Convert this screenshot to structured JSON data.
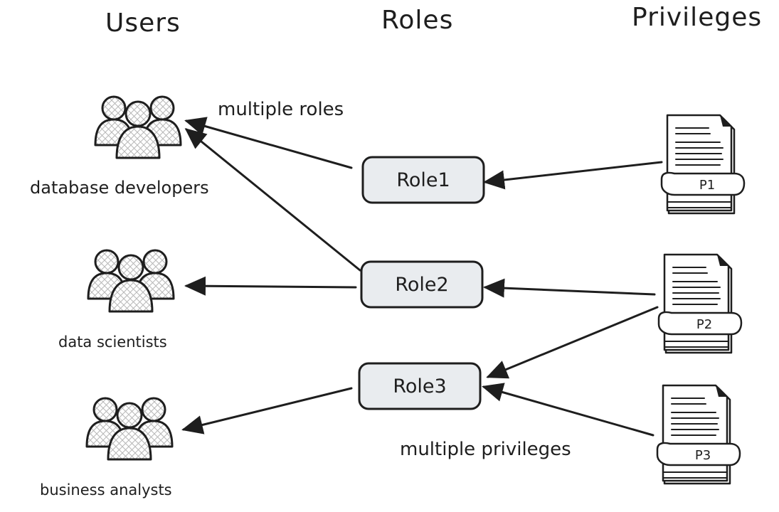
{
  "headers": {
    "users": "Users",
    "roles": "Roles",
    "privileges": "Privileges"
  },
  "users": [
    {
      "label": "database developers"
    },
    {
      "label": "data scientists"
    },
    {
      "label": "business analysts"
    }
  ],
  "roles": [
    {
      "label": "Role1"
    },
    {
      "label": "Role2"
    },
    {
      "label": "Role3"
    }
  ],
  "privileges": [
    {
      "label": "P1"
    },
    {
      "label": "P2"
    },
    {
      "label": "P3"
    }
  ],
  "annotations": {
    "multiple_roles": "multiple roles",
    "multiple_privileges": "multiple privileges"
  },
  "colors": {
    "ink": "#1e1e1e",
    "role_fill": "#e9ecef",
    "background": "#ffffff"
  }
}
